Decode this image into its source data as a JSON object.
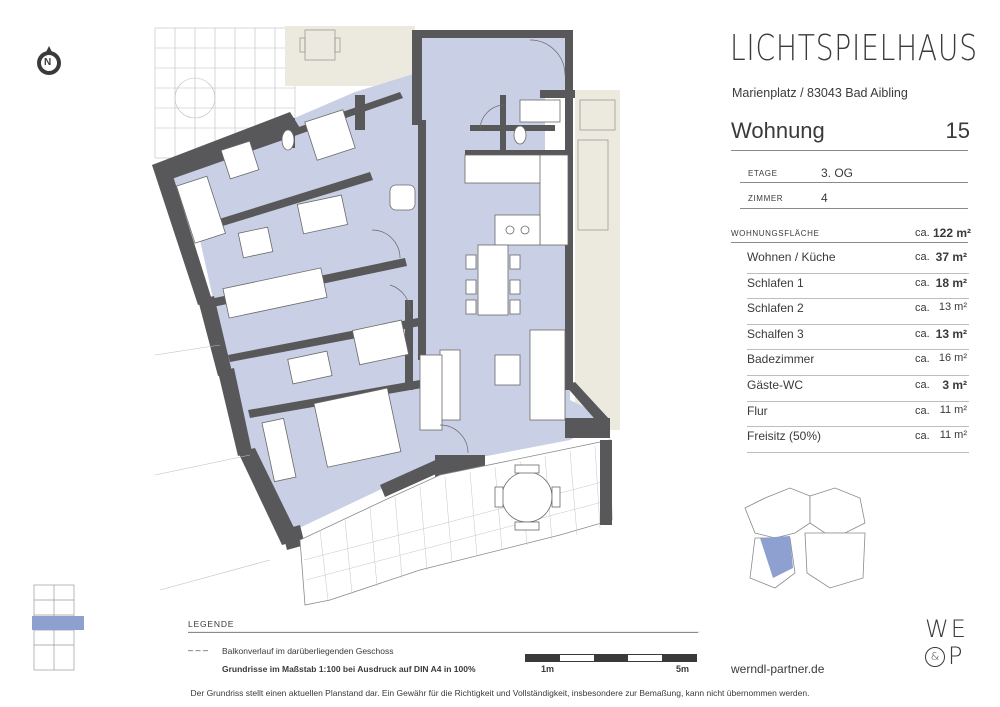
{
  "brand": "LICHTSPIELHAUS",
  "address": "Marienplatz / 83043 Bad Aibling",
  "unit": {
    "title": "Wohnung",
    "number": "15"
  },
  "floor": {
    "label": "ETAGE",
    "value": "3. OG"
  },
  "rooms": {
    "label": "ZIMMER",
    "value": "4"
  },
  "area_total": {
    "label": "WOHNUNGSFLÄCHE",
    "ca": "ca.",
    "value": "122 m²"
  },
  "areas": [
    {
      "name": "Wohnen / Küche",
      "ca": "ca.",
      "value": "37 m²",
      "bold": true
    },
    {
      "name": "Schlafen 1",
      "ca": "ca.",
      "value": "18 m²",
      "bold": true
    },
    {
      "name": "Schlafen  2",
      "ca": "ca.",
      "value": "13 m²",
      "bold": false
    },
    {
      "name": "Schalfen 3",
      "ca": "ca.",
      "value": "13 m²",
      "bold": true
    },
    {
      "name": "Badezimmer",
      "ca": "ca.",
      "value": "16 m²",
      "bold": false
    },
    {
      "name": "Gäste-WC",
      "ca": "ca.",
      "value": "3 m²",
      "bold": true
    },
    {
      "name": "Flur",
      "ca": "ca.",
      "value": "11 m²",
      "bold": false
    },
    {
      "name": "Freisitz (50%)",
      "ca": "ca.",
      "value": "11 m²",
      "bold": false
    }
  ],
  "compass": "N",
  "legend": {
    "heading": "LEGENDE",
    "dash": "– – –",
    "balcony": "Balkonverlauf im darüberliegenden Geschoss",
    "scale": "Grundrisse im Maßstab 1:100 bei Ausdruck auf DIN A4 in 100%",
    "scale_1": "1m",
    "scale_5": "5m"
  },
  "website": "werndl-partner.de",
  "logo": "WE & P",
  "disclaimer": "Der Grundriss stellt einen aktuellen Planstand dar. Ein Gewähr für die Richtigkeit und Vollständigkeit, insbesondere zur Bemaßung, kann nicht übernommen werden.",
  "colors": {
    "wall": "#58585a",
    "floor": "#c9cfe4",
    "floor_key": "#8ea0cf",
    "outside": "#ece9de",
    "line": "#8a8a8a"
  }
}
